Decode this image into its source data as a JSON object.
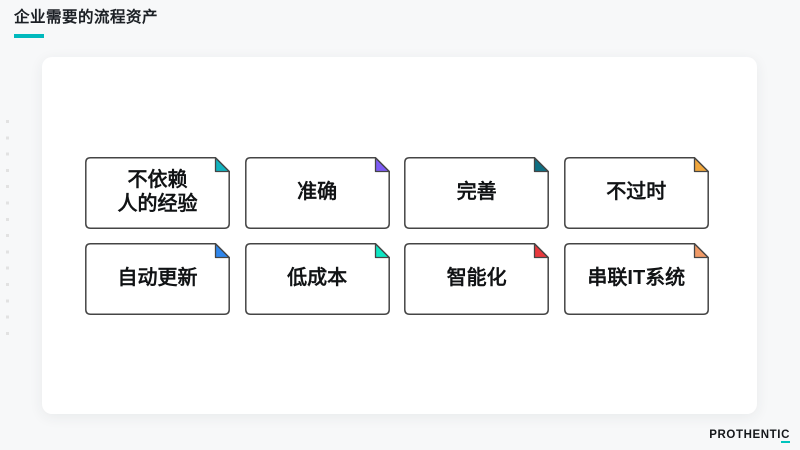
{
  "page": {
    "background_color": "#f7f8f9",
    "panel_color": "#ffffff"
  },
  "header": {
    "title": "企业需要的流程资产",
    "underline_color": "#00b9bd"
  },
  "slide": {
    "cards": [
      {
        "label": "不依赖\n人的经验",
        "fold_color": "#11b3bf"
      },
      {
        "label": "准确",
        "fold_color": "#7d5bf5"
      },
      {
        "label": "完善",
        "fold_color": "#0d6f83"
      },
      {
        "label": "不过时",
        "fold_color": "#f0a63c"
      },
      {
        "label": "自动更新",
        "fold_color": "#2f86ec"
      },
      {
        "label": "低成本",
        "fold_color": "#0ee6c3"
      },
      {
        "label": "智能化",
        "fold_color": "#e8393d"
      },
      {
        "label": "串联IT系统",
        "fold_color": "#f09a67"
      }
    ],
    "card_border_color": "#454545"
  },
  "footer": {
    "logo_text": "PROTHENTI",
    "logo_last_letter": "C",
    "logo_accent_color": "#00c4bd"
  }
}
